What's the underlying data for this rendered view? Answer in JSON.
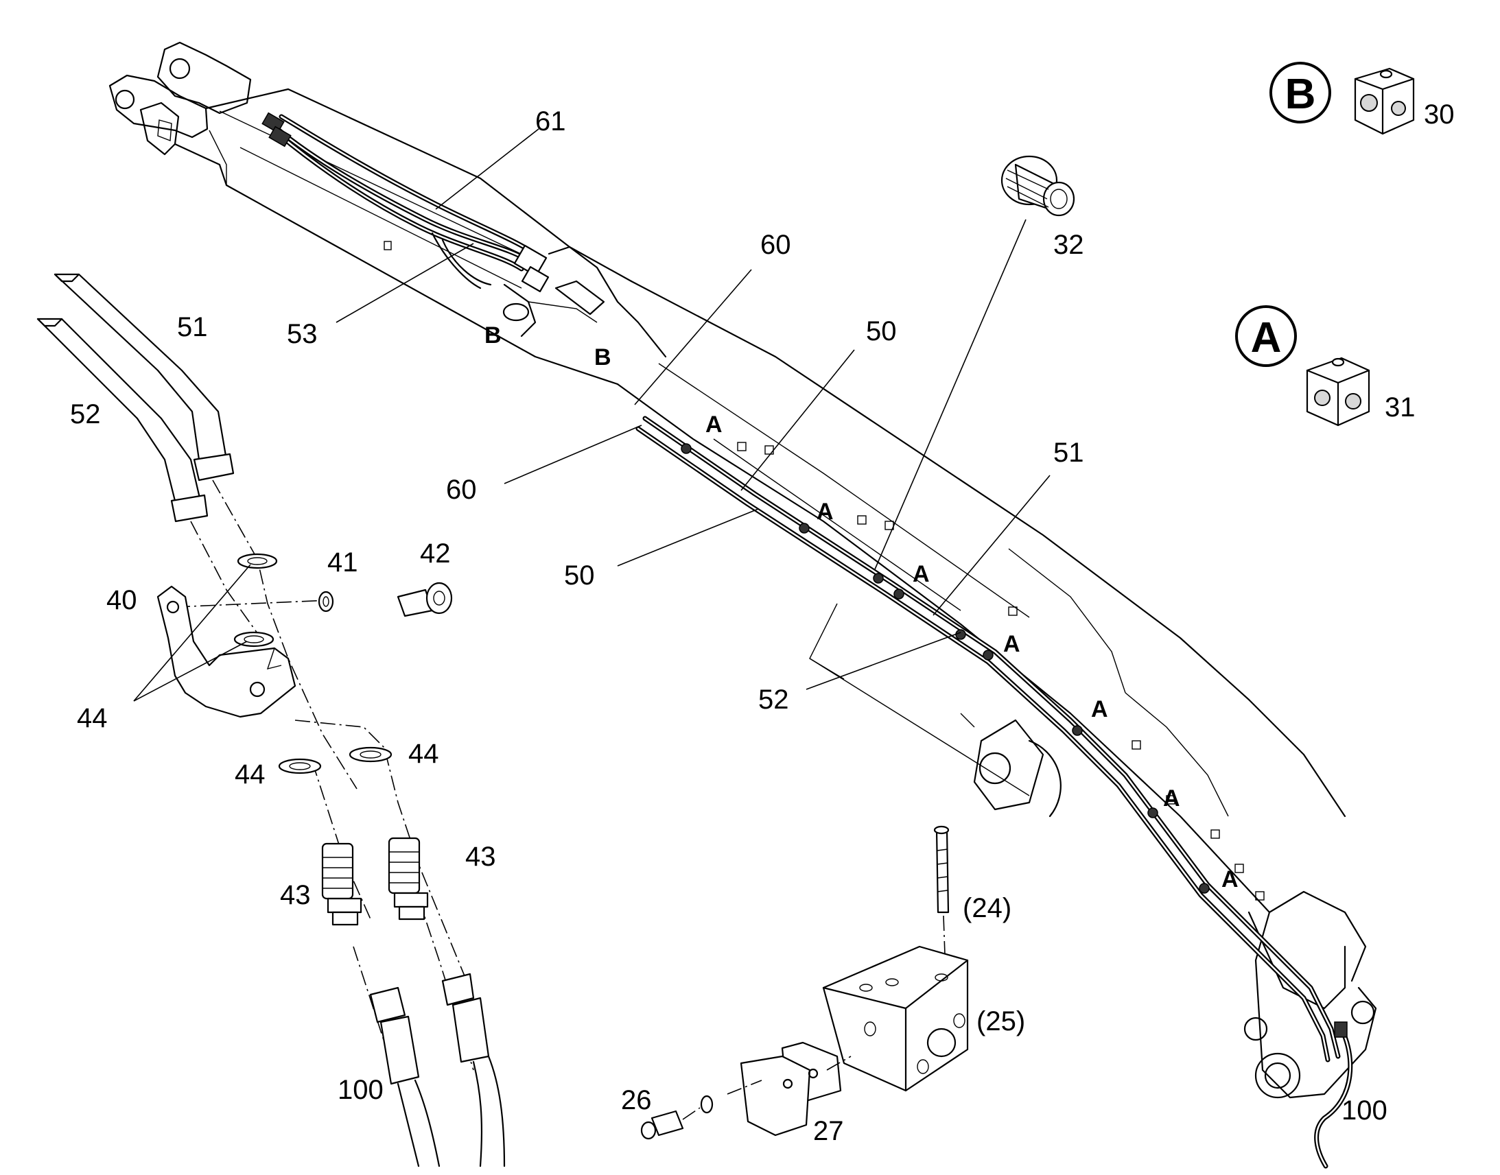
{
  "callouts": {
    "c61": "61",
    "c53": "53",
    "c60_top": "60",
    "c60_left": "60",
    "c50_top": "50",
    "c50_left": "50",
    "c51_right": "51",
    "c52_right": "52",
    "c32": "32",
    "c30": "30",
    "c31": "31",
    "c51_left": "51",
    "c52_left": "52",
    "c40": "40",
    "c41": "41",
    "c42": "42",
    "c44_left": "44",
    "c44_lower_left": "44",
    "c44_lower_right": "44",
    "c43_right": "43",
    "c43_left": "43",
    "c100_left": "100",
    "c100_right": "100",
    "c24": "(24)",
    "c25": "(25)",
    "c26": "26",
    "c27": "27"
  },
  "clamp_markers": {
    "b1": "B",
    "b2": "B",
    "a1": "A",
    "a2": "A",
    "a3": "A",
    "a4": "A",
    "a5": "A",
    "a6": "A",
    "a7": "A"
  },
  "legend": {
    "badge_b": "B",
    "badge_a": "A"
  }
}
